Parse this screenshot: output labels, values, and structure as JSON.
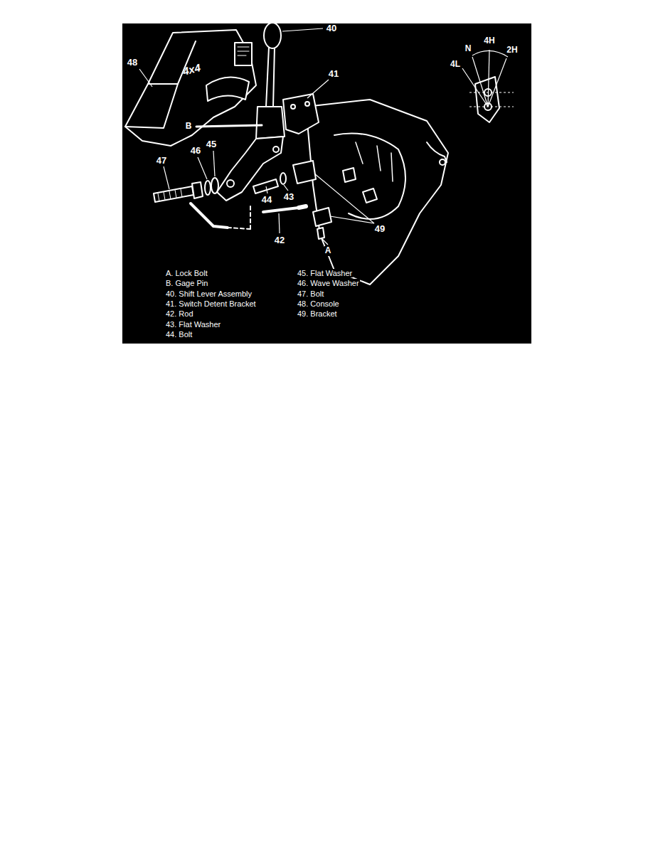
{
  "diagram": {
    "labels": [
      "40",
      "48",
      "41",
      "B",
      "45",
      "46",
      "47",
      "44",
      "43",
      "42",
      "49",
      "A",
      "N",
      "4H",
      "2H",
      "4L",
      "4x4",
      "A. Lock Bolt",
      "B. Gage Pin",
      "40. Shift Lever Assembly",
      "41. Switch Detent Bracket",
      "42. Rod",
      "43. Flat Washer",
      "44. Bolt",
      "45. Flat Washer",
      "46. Wave Washer",
      "47. Bolt",
      "48. Console",
      "49. Bracket"
    ]
  }
}
